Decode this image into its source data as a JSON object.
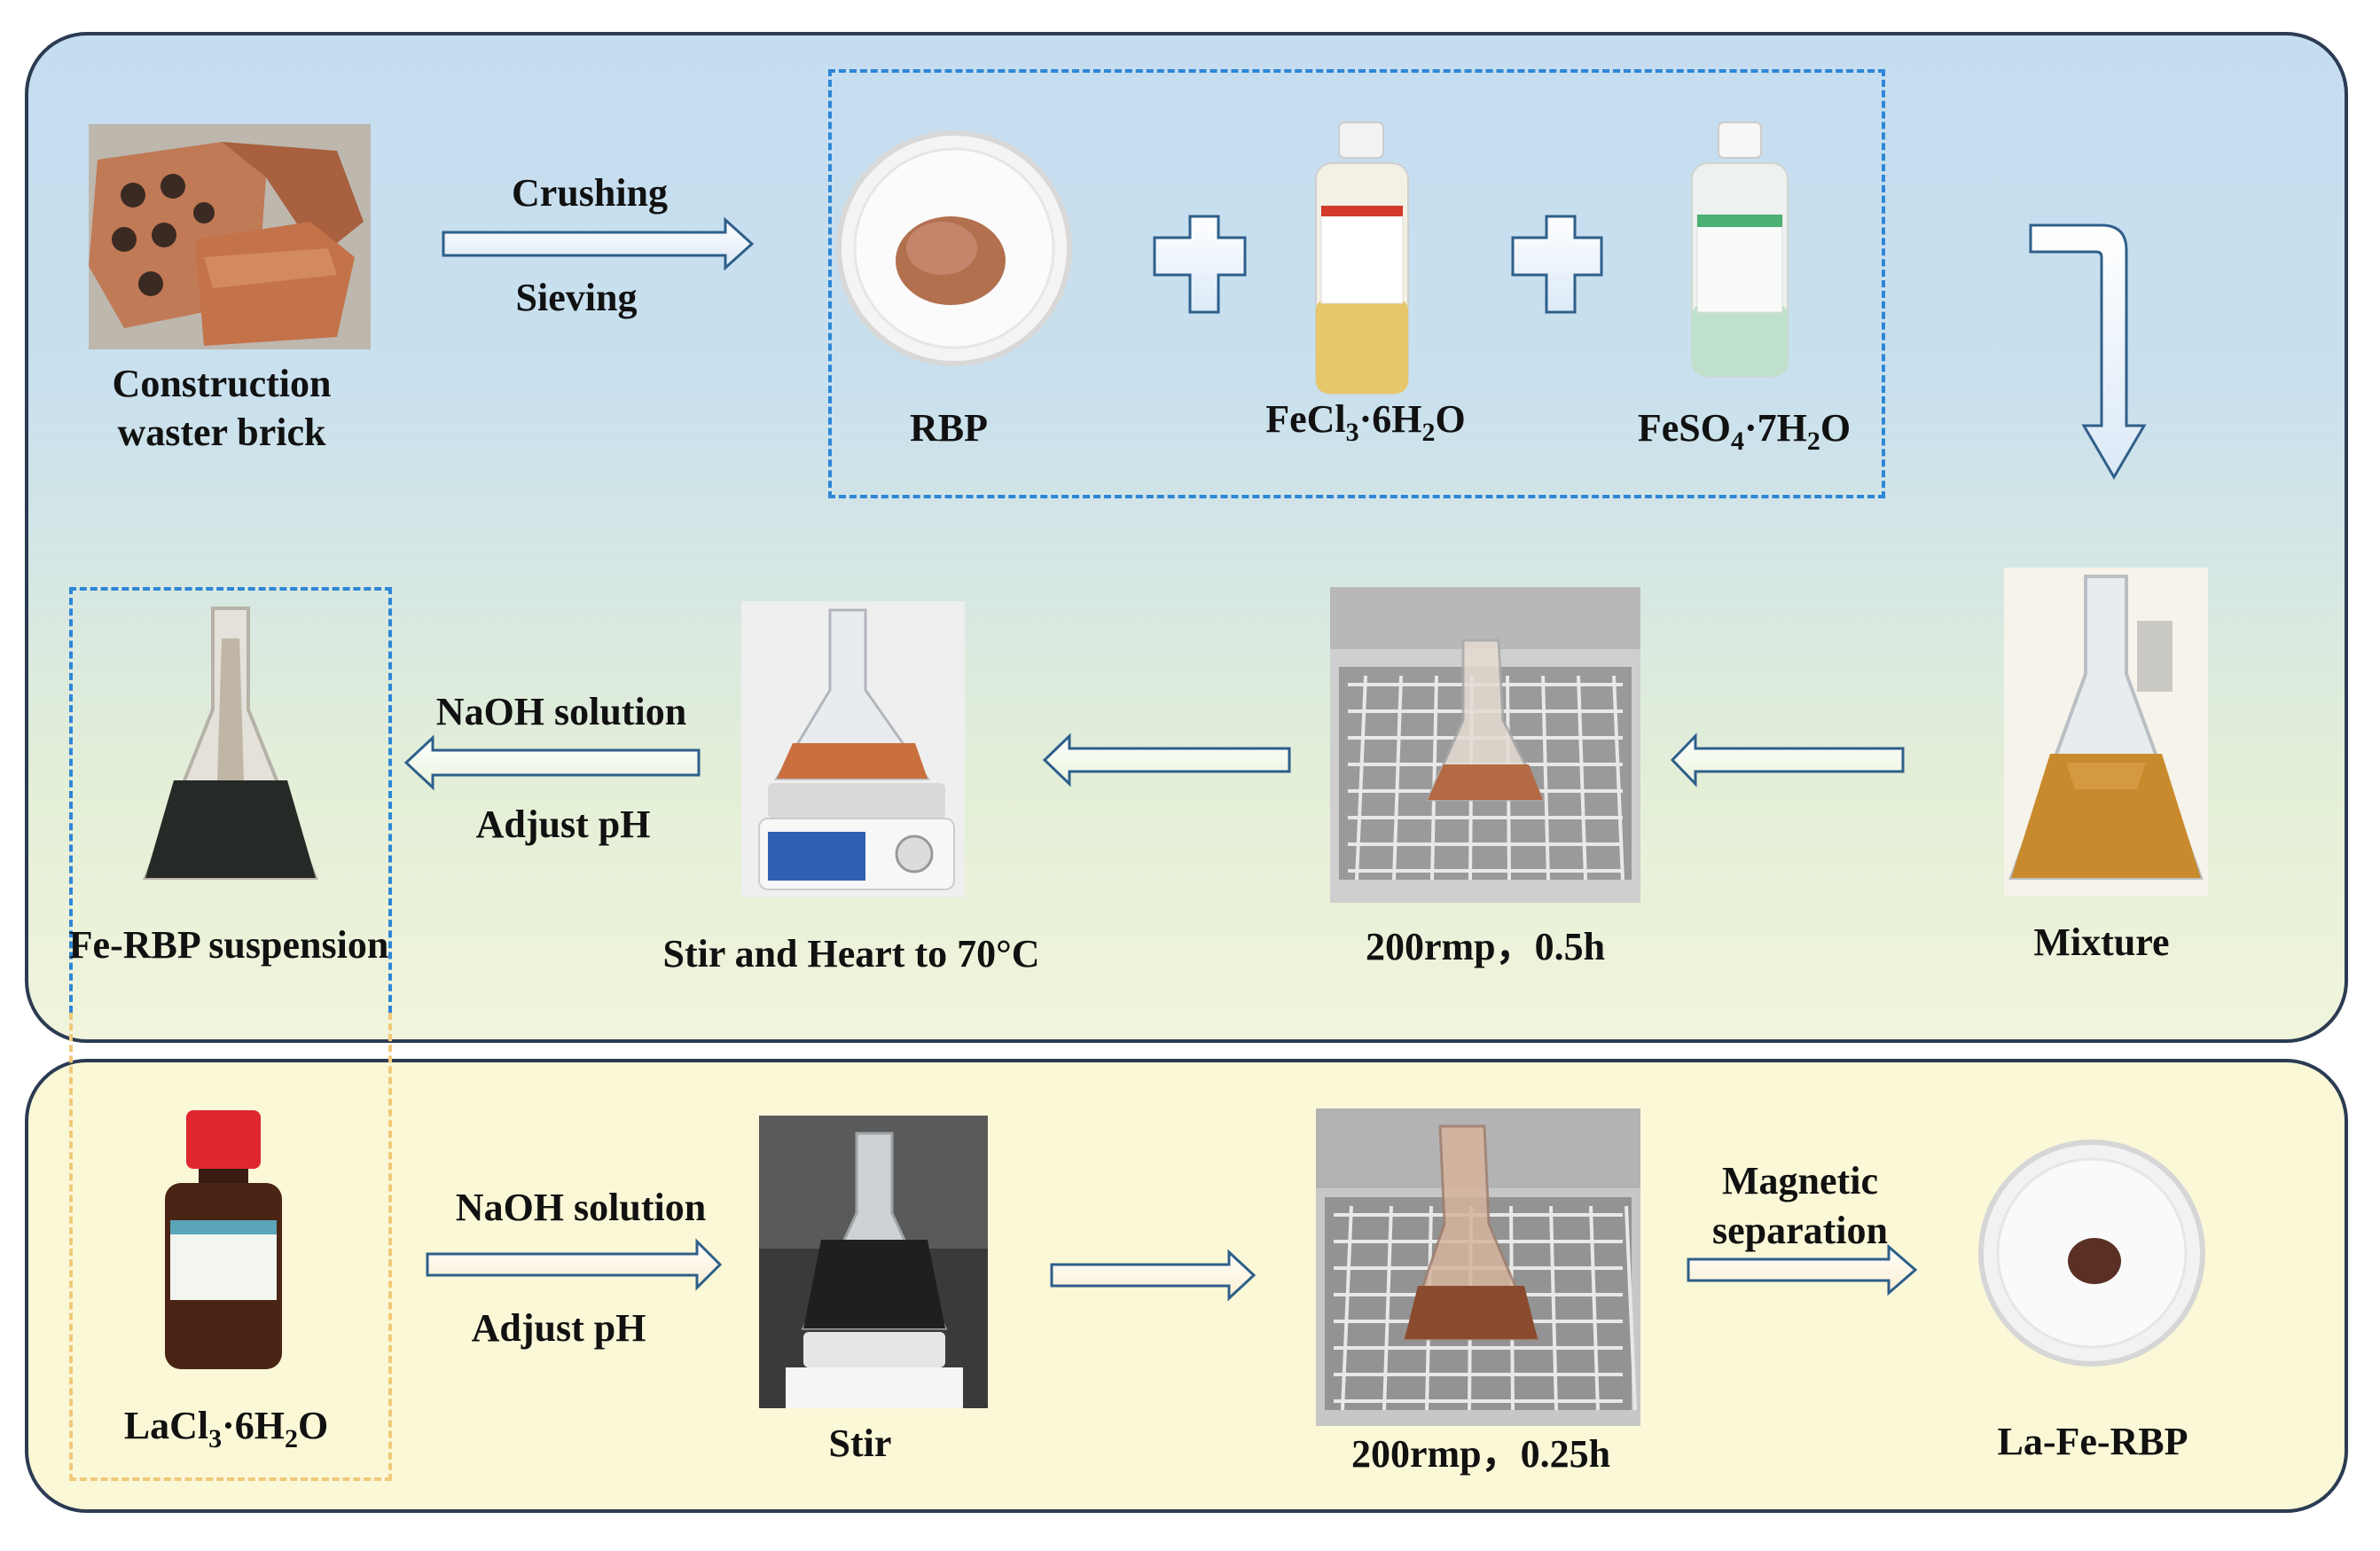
{
  "colors": {
    "panel_border": "#2b3b52",
    "dashed_blue": "#2e86d6",
    "dashed_yellow": "#f0c97a",
    "arrow_blue": "#2f5f8a"
  },
  "row1": {
    "brick_label_line1": "Construction",
    "brick_label_line2": "waster brick",
    "arrow_top": "Crushing",
    "arrow_bottom": "Sieving",
    "rbp": "RBP",
    "fecl3": {
      "base": "FeCl",
      "s1": "3",
      "mid": "·6H",
      "s2": "2",
      "end": "O"
    },
    "feso4": {
      "base": "FeSO",
      "s1": "4",
      "mid": "·7H",
      "s2": "2",
      "end": "O"
    }
  },
  "row2": {
    "mixture": "Mixture",
    "shake": "200rmp，0.5h",
    "stir_heat": "Stir and Heart to 70°C",
    "naoh": "NaOH solution",
    "adjust": "Adjust pH",
    "fe_rbp": "Fe-RBP suspension"
  },
  "row3": {
    "lacl3": {
      "base": "LaCl",
      "s1": "3",
      "mid": "·6H",
      "s2": "2",
      "end": "O"
    },
    "naoh": "NaOH solution",
    "adjust": "Adjust pH",
    "stir": "Stir",
    "shake": "200rmp，0.25h",
    "mag1": "Magnetic",
    "mag2": "separation",
    "product": "La-Fe-RBP"
  },
  "icons": [
    "bricks-photo",
    "petri-dish-icon",
    "bottle-icon",
    "flask-icon",
    "shaker-icon",
    "hotplate-icon",
    "plus-icon",
    "arrow-icon"
  ]
}
